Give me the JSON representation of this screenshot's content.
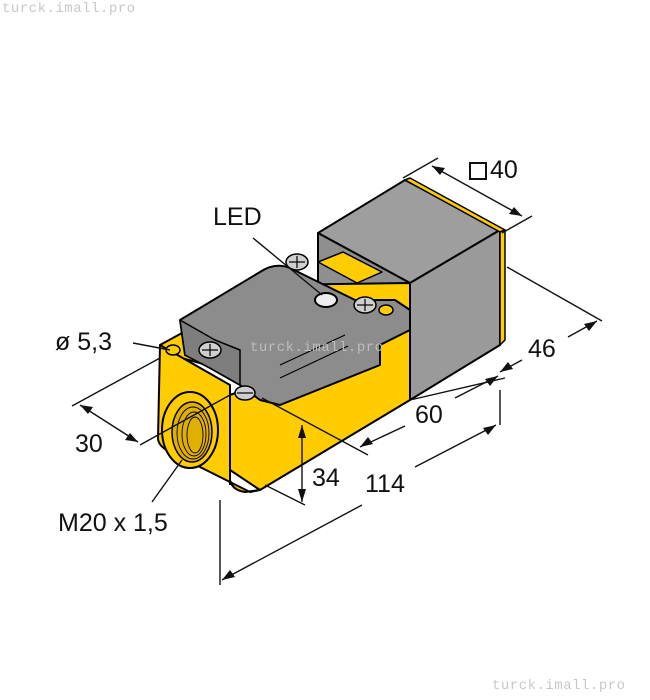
{
  "watermarks": {
    "top": "turck.imall.pro",
    "middle": "turck.imall.pro",
    "bottom": "turck.imall.pro"
  },
  "colors": {
    "housing_yellow": "#ffcc00",
    "head_gray": "#9a9a9a",
    "outline": "#000000",
    "dimension_line": "#111111"
  },
  "labels": {
    "square_dim": "40",
    "led": "LED",
    "hole_diameter": "ø 5,3",
    "width": "30",
    "thread": "M20 x 1,5",
    "height": "34",
    "length_total": "114",
    "length_head": "60",
    "depth": "46"
  }
}
